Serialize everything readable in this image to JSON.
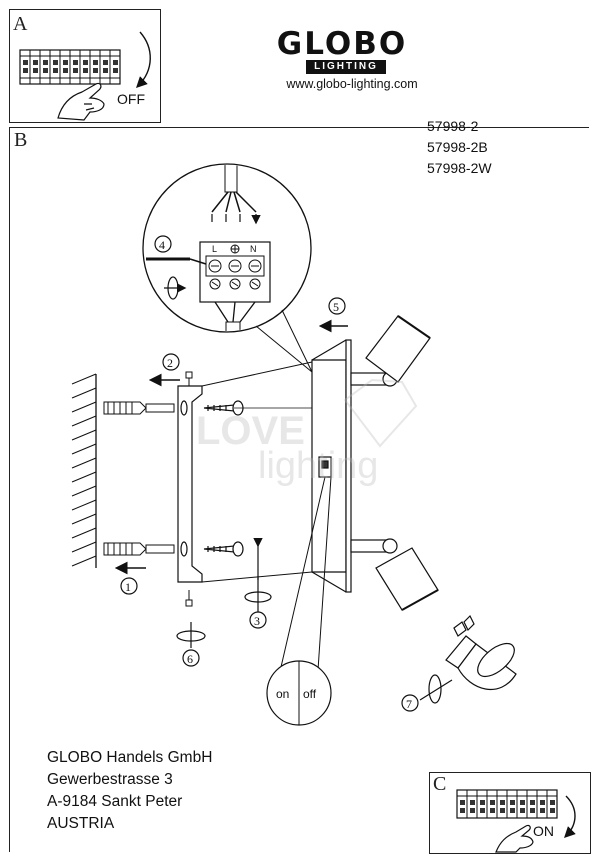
{
  "brand": {
    "name": "GLOBO",
    "tagline": "LIGHTING",
    "url": "www.globo-lighting.com"
  },
  "models": [
    "57998-2",
    "57998-2B",
    "57998-2W"
  ],
  "panels": {
    "a": "A",
    "b": "B",
    "c": "C"
  },
  "switch_states": {
    "panel_a": "OFF",
    "panel_c": "ON"
  },
  "terminal_labels": [
    "L",
    "N"
  ],
  "steps": [
    "1",
    "2",
    "3",
    "4",
    "5",
    "6",
    "7"
  ],
  "switch_detail": {
    "on": "on",
    "off": "off"
  },
  "watermark": {
    "line1": "LOVE",
    "line2": "lighting"
  },
  "address": [
    "GLOBO Handels GmbH",
    "Gewerbestrasse 3",
    "A-9184 Sankt Peter",
    "AUSTRIA"
  ]
}
